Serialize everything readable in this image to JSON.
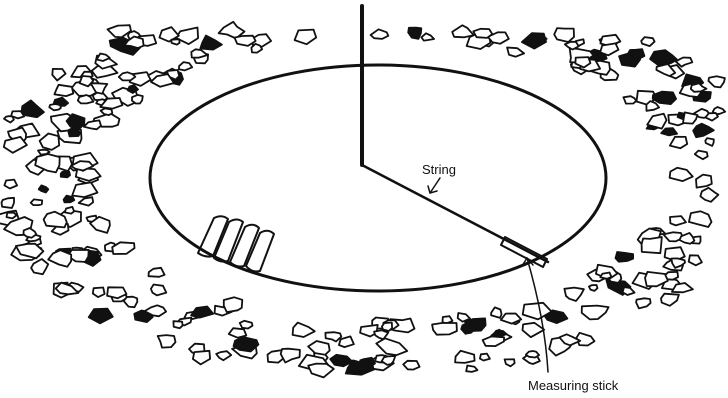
{
  "diagram": {
    "labels": {
      "string": "String",
      "measuring_stick": "Measuring stick"
    },
    "colors": {
      "ink": "#111111",
      "paper": "#ffffff"
    },
    "elements": [
      "stone-ring",
      "cleared-circle",
      "center-pole",
      "string",
      "measuring-stick",
      "bricks"
    ]
  }
}
